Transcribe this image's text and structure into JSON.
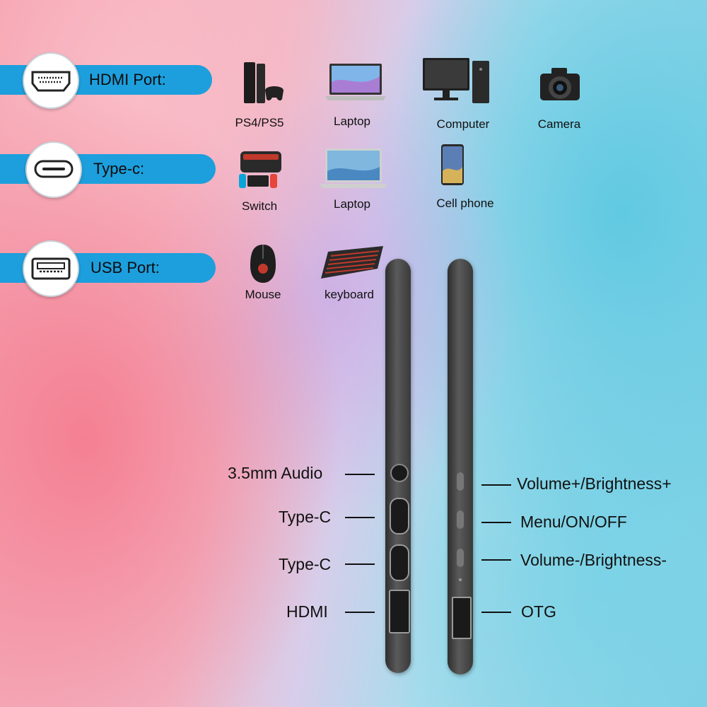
{
  "port_types": [
    {
      "name": "HDMI Port:",
      "icon": "hdmi-port-icon"
    },
    {
      "name": "Type-c:",
      "icon": "type-c-port-icon"
    },
    {
      "name": "USB Port:",
      "icon": "usb-port-icon"
    }
  ],
  "devices": {
    "hdmi": [
      "PS4/PS5",
      "Laptop",
      "Computer",
      "Camera"
    ],
    "typec": [
      "Switch",
      "Laptop",
      "Cell phone"
    ],
    "usb": [
      "Mouse",
      "keyboard"
    ]
  },
  "left_side_ports": [
    "3.5mm Audio",
    "Type-C",
    "Type-C",
    "HDMI"
  ],
  "right_side_controls": [
    "Volume+/Brightness+",
    "Menu/ON/OFF",
    "Volume-/Brightness-",
    "OTG"
  ],
  "colors": {
    "accent": "#1d9fdd",
    "strip": "#3a3a3a"
  }
}
